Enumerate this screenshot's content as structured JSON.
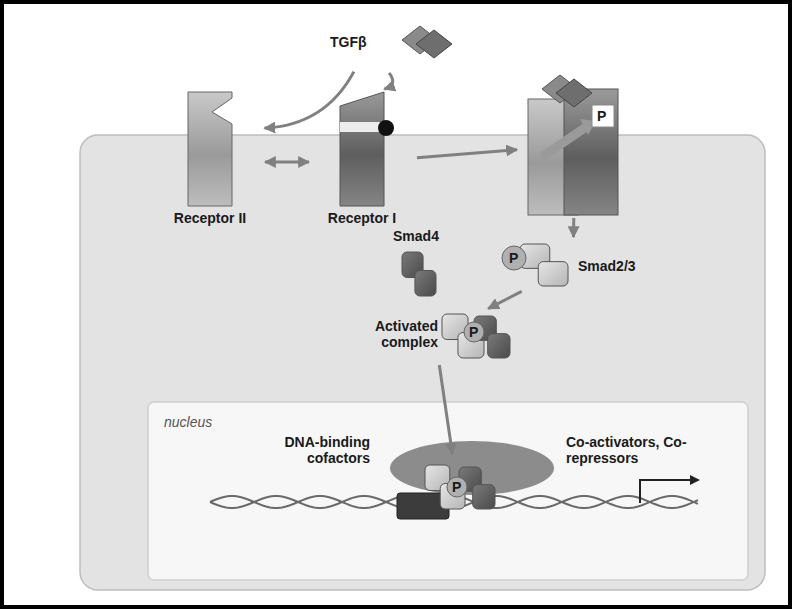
{
  "diagram": {
    "nodes": [
      {
        "text": [
          "TGFβ"
        ]
      },
      {
        "text": [
          "Receptor II"
        ]
      },
      {
        "text": [
          "Receptor I"
        ]
      },
      {
        "text": [
          "P"
        ]
      },
      {
        "text": [
          "P",
          "Smad2/3"
        ]
      },
      {
        "text": [
          "Smad4"
        ]
      },
      {
        "text": [
          "P",
          "Activated complex"
        ]
      },
      {
        "text": [
          "nucleus"
        ]
      },
      {
        "text": [
          "P"
        ],
        "in": 7
      }
    ],
    "edges": [
      {
        "from": 0,
        "to": 1,
        "arrow": "to"
      },
      {
        "from": 0,
        "to": 2,
        "arrow": "to"
      },
      {
        "from": 1,
        "to": 2,
        "arrow": "both"
      },
      {
        "from": 2,
        "to": 3,
        "arrow": "to"
      },
      {
        "from": 3,
        "to": 4,
        "arrow": "to"
      },
      {
        "from": 4,
        "to": 6,
        "arrow": "to"
      },
      {
        "from": 6,
        "to": 8,
        "arrow": "to"
      }
    ],
    "labels": [
      "DNA-binding cofactors",
      "Co-activators, Co-repressors"
    ]
  }
}
